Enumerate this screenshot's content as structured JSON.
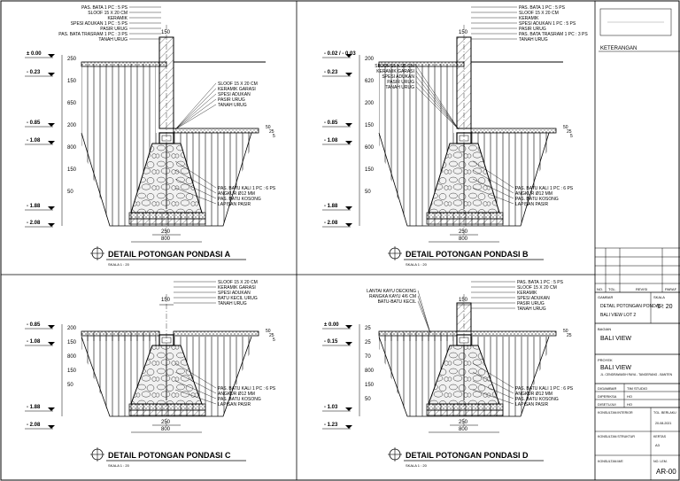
{
  "details": [
    {
      "title": "DETAIL POTONGAN PONDASI A",
      "scale": "SKALA  1 : 20",
      "levels": [
        "± 0.00",
        "- 0.23",
        "- 0.85",
        "- 1.08",
        "- 1.88",
        "- 2.08"
      ],
      "dims_left": [
        "250",
        "150",
        "650",
        "200",
        "800",
        "150",
        "50"
      ],
      "dims_top": [
        "150"
      ],
      "dims_right": [
        "50",
        "25",
        "5"
      ],
      "dims_bottom": [
        "250",
        "800"
      ],
      "labels_top": [
        "PAS. BATA 1 PC : 5 PS",
        "SLOOF 15 X 20 CM",
        "KERAMIK",
        "SPESI ADUKAN 1 PC : 5 PS",
        "PASIR URUG",
        "PAS. BATA TRASRAM 1 PC : 3 PS",
        "TANAH URUG"
      ],
      "labels_mid": [
        "SLOOF 15 X 20 CM",
        "KERAMIK GARASI",
        "SPESI ADUKAN",
        "PASIR URUG",
        "TANAH URUG"
      ],
      "labels_bottom": [
        "PAS. BATU KALI 1 PC : 6 PS",
        "ANGKUR Ø12 MM",
        "PAS. BATU KOSONG",
        "LAPISAN PASIR"
      ]
    },
    {
      "title": "DETAIL POTONGAN PONDASI B",
      "scale": "SKALA  1 : 20",
      "levels": [
        "- 0.02 / - 0.03",
        "- 0.23",
        "- 0.85",
        "- 1.08",
        "- 1.88",
        "- 2.08"
      ],
      "dims_left": [
        "200",
        "620",
        "200",
        "150",
        "600",
        "150",
        "50"
      ],
      "dims_top": [
        "150"
      ],
      "dims_right": [
        "50",
        "25",
        "5"
      ],
      "dims_bottom": [
        "250",
        "800"
      ],
      "labels_top": [
        "PAS. BATA 1 PC : 5 PS",
        "SLOOF 15 X 20 CM",
        "KERAMIK",
        "SPESI ADUKAN 1 PC : 5 PS",
        "PASIR URUG",
        "PAS. BATA TRASRAM 1 PC : 3 PS",
        "TANAH URUG"
      ],
      "labels_mid": [
        "SLOOF 15 X 20 CM",
        "KERAMIK GARASI",
        "SPESI ADUKAN",
        "PASIR URUG",
        "TANAH URUG"
      ],
      "labels_bottom": [
        "PAS. BATU KALI 1 PC : 6 PS",
        "ANGKUR Ø12 MM",
        "PAS. BATU KOSONG",
        "LAPISAN PASIR"
      ]
    },
    {
      "title": "DETAIL POTONGAN PONDASI C",
      "scale": "SKALA  1 : 20",
      "levels": [
        "- 0.85",
        "- 1.08",
        "- 1.88",
        "- 2.08"
      ],
      "dims_left": [
        "200",
        "150",
        "800",
        "150",
        "50"
      ],
      "dims_top": [
        "150"
      ],
      "dims_right": [
        "50",
        "25",
        "5"
      ],
      "dims_bottom": [
        "250",
        "800"
      ],
      "labels_top": [
        "SLOOF 15 X 20 CM",
        "KERAMIK GARASI",
        "SPESI ADUKAN",
        "BATU KECIL URUG",
        "TANAH URUG"
      ],
      "labels_bottom": [
        "PAS. BATU KALI 1 PC : 6 PS",
        "ANGKUR Ø12 MM",
        "PAS. BATU KOSONG",
        "LAPISAN PASIR"
      ]
    },
    {
      "title": "DETAIL POTONGAN PONDASI D",
      "scale": "SKALA  1 : 20",
      "levels": [
        "± 0.00",
        "- 0.15",
        "- 1.03",
        "- 1.23"
      ],
      "dims_left": [
        "25",
        "25",
        "70",
        "800",
        "150",
        "50"
      ],
      "dims_top": [
        "150"
      ],
      "dims_right": [
        "50",
        "25"
      ],
      "dims_bottom": [
        "250",
        "800"
      ],
      "labels_left": [
        "LANTAI KAYU DECKING",
        "RANGKA KAYU 4/6 CM",
        "BATU-BATU KECIL"
      ],
      "labels_top": [
        "PAS. BATA 1 PC : 5 PS",
        "SLOOF 15 X 20 CM",
        "KERAMIK",
        "SPESI ADUKAN",
        "PASIR URUG",
        "TANAH URUG"
      ],
      "labels_bottom": [
        "PAS. BATU KALI 1 PC : 6 PS",
        "ANGKUR Ø12 MM",
        "PAS. BATU KOSONG",
        "LAPISAN PASIR"
      ]
    }
  ],
  "title_block": {
    "keterangan": "KETERANGAN",
    "rev_headers": [
      "NO.",
      "TGL.",
      "REVISI",
      "PARAF"
    ],
    "gambar_label": "GAMBAR",
    "gambar_text": [
      "DETAIL POTONGAN PONDASI",
      "BALI VIEW LOT 2"
    ],
    "skala_label": "SKALA",
    "skala_value": "1 : 20",
    "bagian_label": "BAGIAN",
    "bagian_value": "BALI VIEW",
    "proyek_label": "PROYEK",
    "proyek_value": "BALI VIEW",
    "proyek_addr": "JL. CENDRAWASIH RAYA - TANGERANG - BANTEN",
    "rows": [
      {
        "k": "DIGAMBAR",
        "v": "TIM STUDIO"
      },
      {
        "k": "DIPERIKSA",
        "v": "HO"
      },
      {
        "k": "DISETUJUI",
        "v": "HO"
      }
    ],
    "konsultan_interior": "KONSULTAN INTERIOR",
    "tgl_label": "TGL. BERLAKU",
    "tgl_value": "20-08-2021",
    "konsultan_struktur": "KONSULTAN STRUKTUR",
    "kertas_label": "KERTAS",
    "kertas_value": "A3",
    "konsultan_me": "KONSULTAN M/E",
    "no_label": "NO. LEM.",
    "no_value": "AR-00"
  }
}
